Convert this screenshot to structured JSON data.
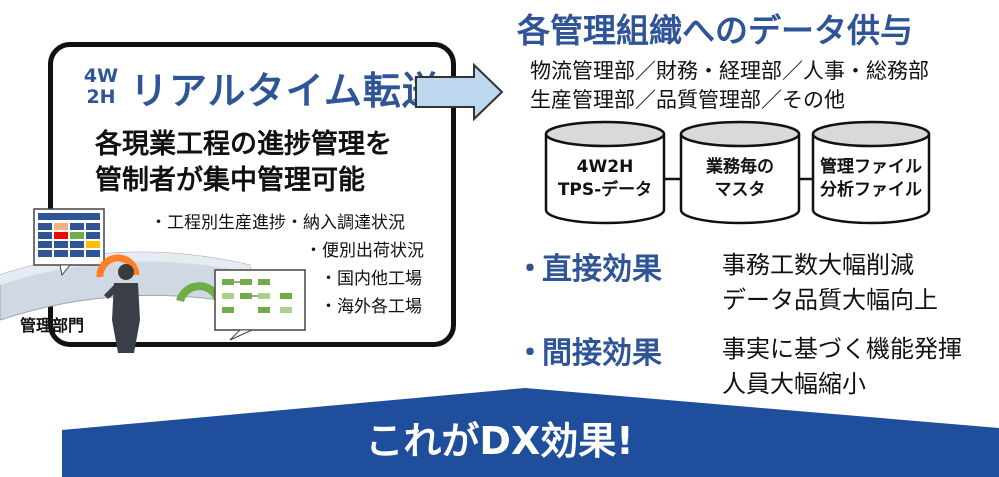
{
  "left_panel": {
    "badge_top": "4W",
    "badge_bottom": "2H",
    "title": "リアルタイム転送",
    "headline_line1": "各現業工程の進捗管理を",
    "headline_line2": "管制者が集中管理可能",
    "bullets": [
      "・工程別生産進捗・納入調達状況",
      "・便別出荷状況",
      "・国内他工場",
      "・海外各工場"
    ],
    "person_label": "管理部門"
  },
  "right_panel": {
    "title": "各管理組織へのデータ供与",
    "departments_line1": "物流管理部／財務・経理部／人事・総務部",
    "departments_line2": "生産管理部／品質管理部／その他",
    "databases": [
      {
        "line1": "4W2H",
        "line2": "TPS-データ"
      },
      {
        "line1": "業務毎の",
        "line2": "マスタ"
      },
      {
        "line1": "管理ファイル",
        "line2": "分析ファイル"
      }
    ],
    "effects": [
      {
        "bullet": "・",
        "label": "直接効果",
        "line1": "事務工数大幅削減",
        "line2": "データ品質大幅向上"
      },
      {
        "bullet": "・",
        "label": "間接効果",
        "line1": "事実に基づく機能発揮",
        "line2": "人員大幅縮小"
      }
    ]
  },
  "banner": {
    "text": "これがDX効果!"
  },
  "colors": {
    "accent_blue": "#2f5597",
    "banner_blue": "#1f4e9c",
    "arrow_fill": "#bdd7ee",
    "cylinder_fill": "#d9d9d9"
  }
}
